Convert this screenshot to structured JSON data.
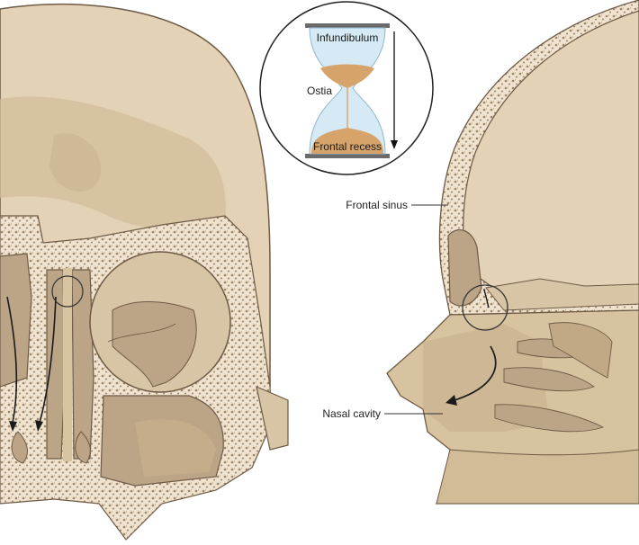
{
  "hourglass": {
    "top_label": "Infundibulum",
    "middle_label": "Ostia",
    "bottom_label": "Frontal recess"
  },
  "labels": {
    "frontal_sinus": "Frontal sinus",
    "nasal_cavity": "Nasal cavity"
  },
  "colors": {
    "bone": "#e3d2b6",
    "bone_dark": "#c9b08e",
    "cavity": "#bca587",
    "cavity_deep": "#a48a6c",
    "marrow": "#efe3cf",
    "outline": "#6e5a45",
    "glass": "#d6eaf5",
    "sand": "#d6a46a",
    "cap": "#6b6b6b"
  }
}
